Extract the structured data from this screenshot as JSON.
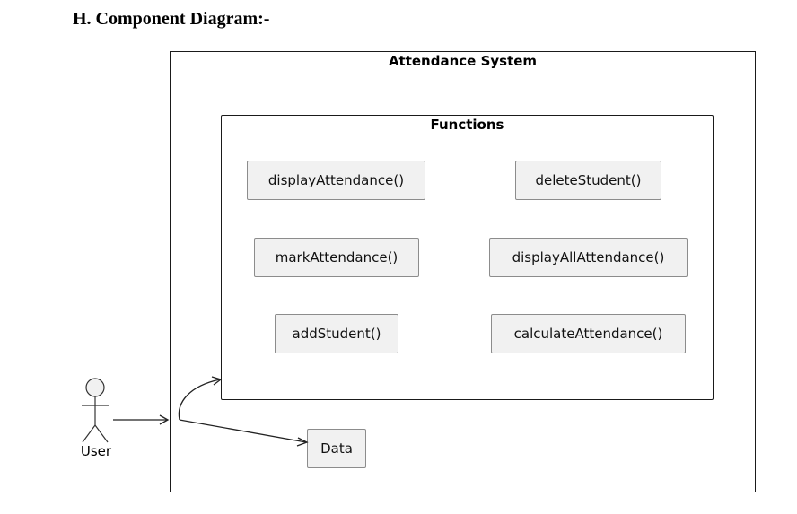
{
  "heading": "H. Component Diagram:-",
  "diagram": {
    "system_title": "Attendance System",
    "functions_title": "Functions",
    "components": [
      "displayAttendance()",
      "deleteStudent()",
      "markAttendance()",
      "displayAllAttendance()",
      "addStudent()",
      "calculateAttendance()"
    ],
    "data_label": "Data",
    "actor_label": "User"
  }
}
